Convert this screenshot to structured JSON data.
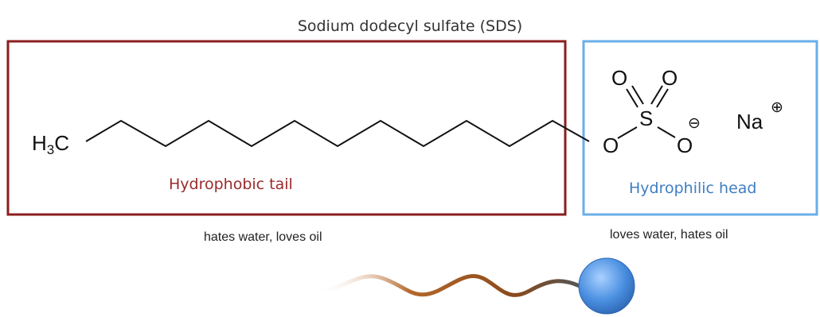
{
  "title": "Sodium dodecyl sulfate (SDS)",
  "tail": {
    "label": "Hydrophobic tail",
    "caption": "hates water, loves oil",
    "box_color": "#8b1e1e"
  },
  "head": {
    "label": "Hydrophilic head",
    "caption": "loves water,  hates oil",
    "box_color": "#6aaee8"
  },
  "molecule": {
    "methyl_symbol": "H",
    "methyl_subscript": "3",
    "methyl_carbon": "C",
    "atom_o1": "O",
    "atom_o2": "O",
    "atom_s": "S",
    "atom_o3": "O",
    "atom_o4": "O",
    "minus_charge": "⊖",
    "sodium": "Na",
    "plus_charge": "⊕"
  },
  "icons": {
    "tail_wave_color": "#b5682a",
    "head_ball_color": "#4a8fe0"
  }
}
